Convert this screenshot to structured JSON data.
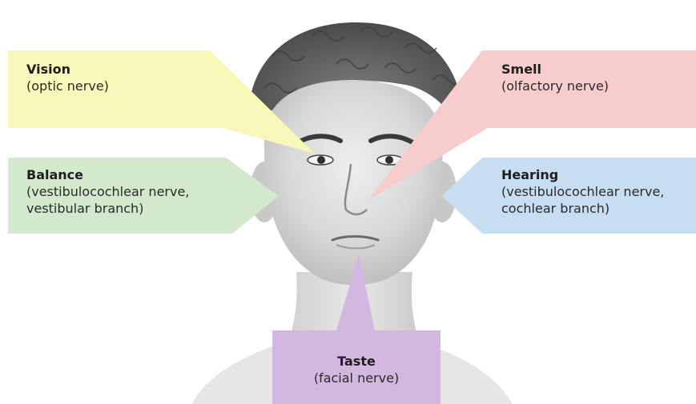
{
  "labels": {
    "vision": {
      "title": "Vision",
      "detail": [
        "(optic nerve)"
      ],
      "color": "#f9f6b9"
    },
    "balance": {
      "title": "Balance",
      "detail": [
        "(vestibulocochlear nerve,",
        "vestibular branch)"
      ],
      "color": "#d2e9cd"
    },
    "smell": {
      "title": "Smell",
      "detail": [
        "(olfactory nerve)"
      ],
      "color": "#f6cccc"
    },
    "hearing": {
      "title": "Hearing",
      "detail": [
        "(vestibulocochlear nerve,",
        "cochlear branch)"
      ],
      "color": "#c7ddf1"
    },
    "taste": {
      "title": "Taste",
      "detail": [
        "(facial nerve)"
      ],
      "color": "#d2b8e1"
    }
  }
}
